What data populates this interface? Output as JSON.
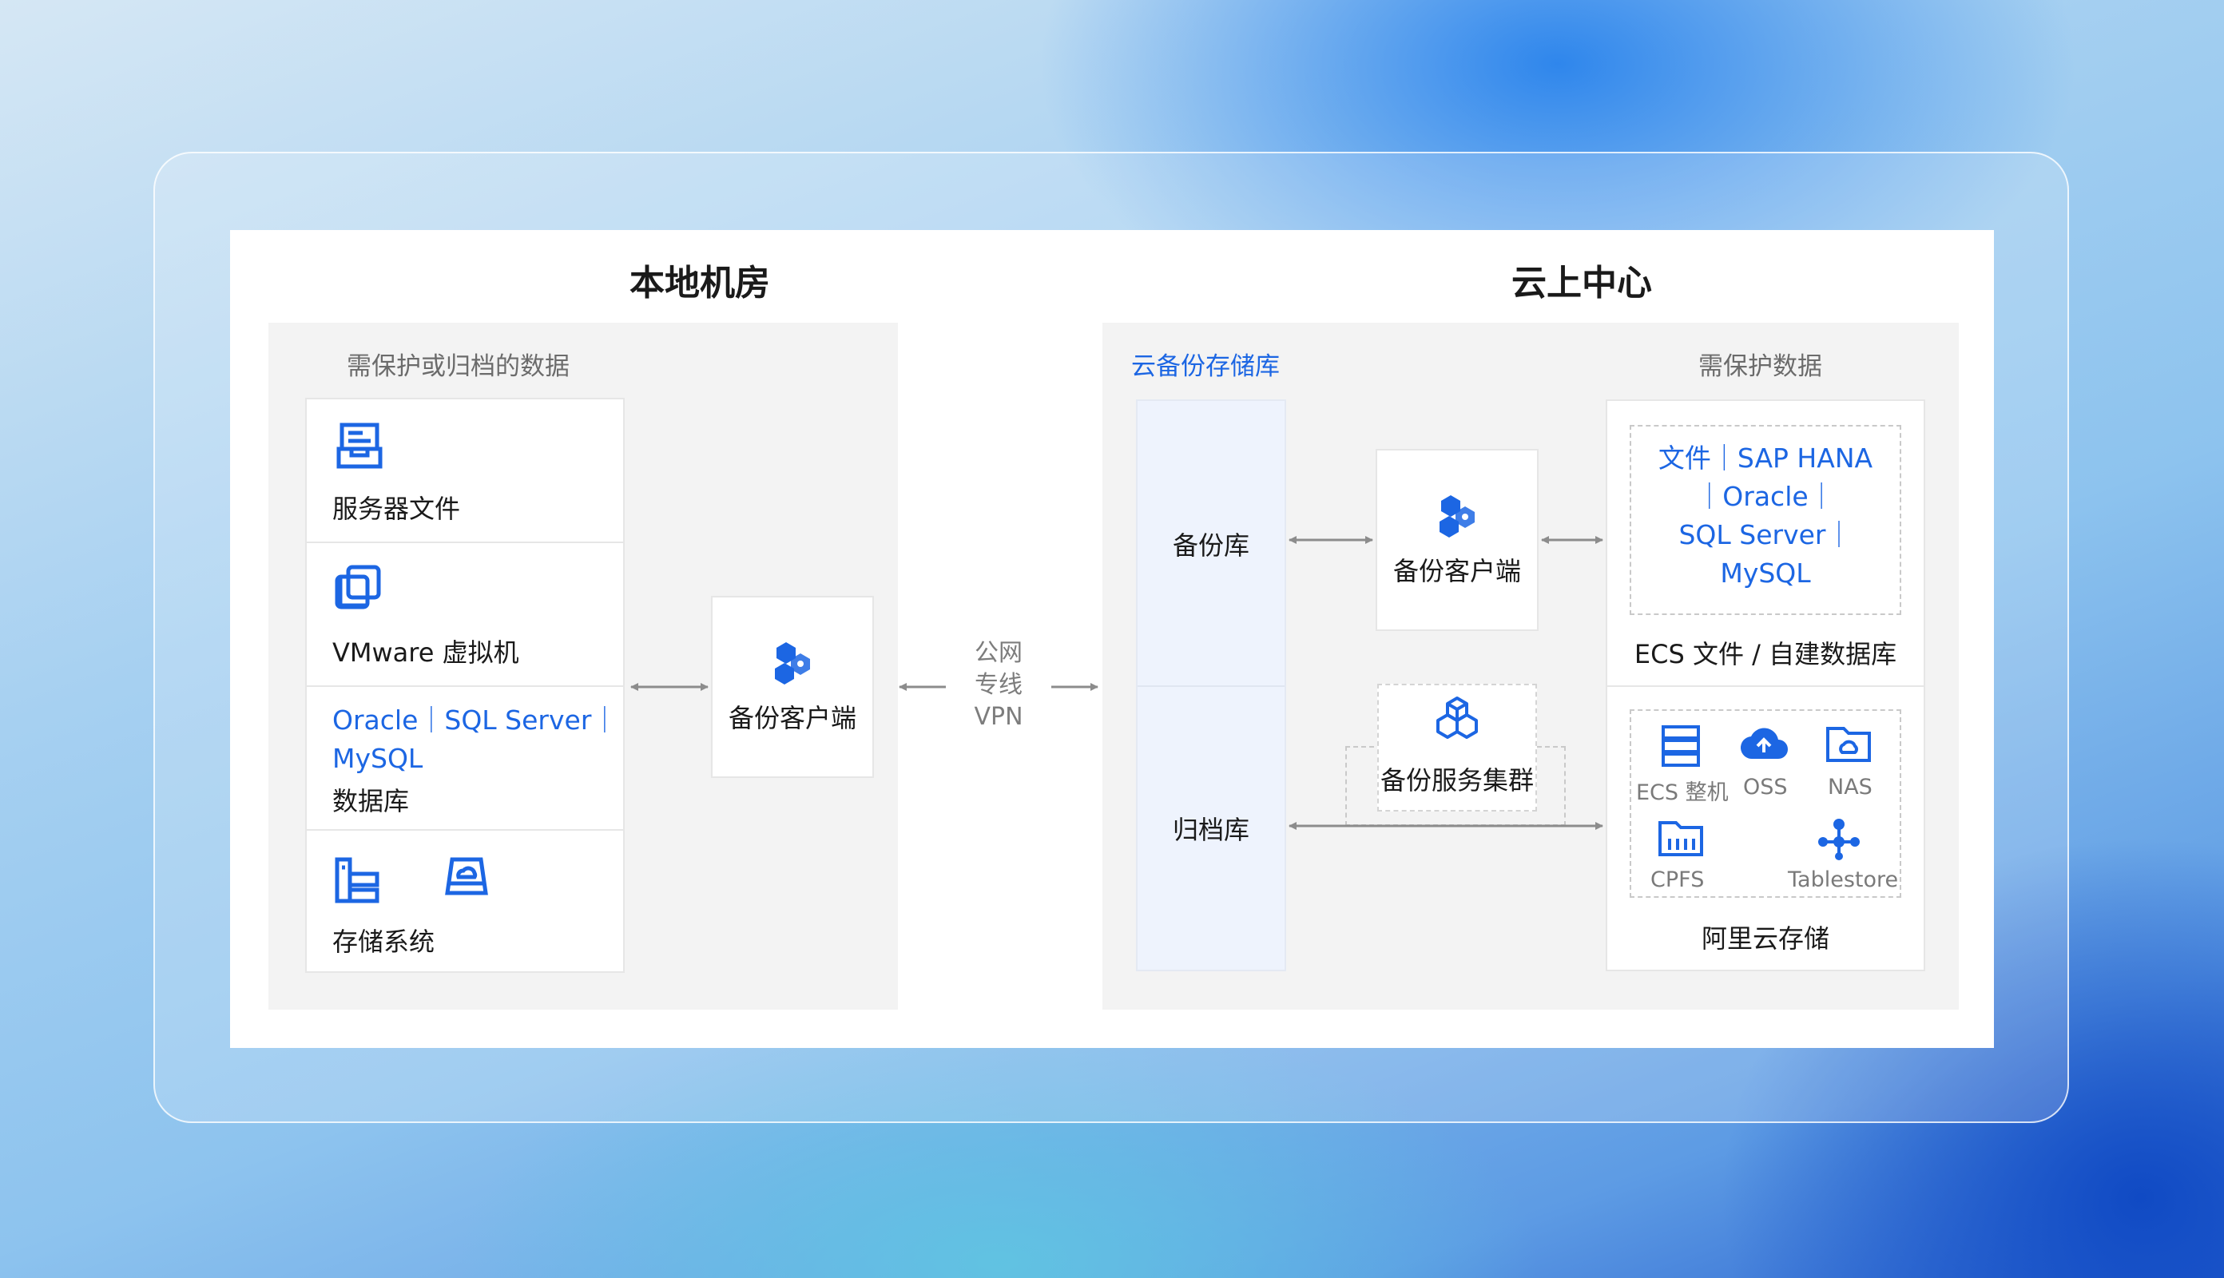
{
  "diagram": {
    "left_title": "本地机房",
    "right_title": "云上中心",
    "left_panel_label": "需保护或归档的数据",
    "left_items": [
      {
        "icon": "server-file-icon",
        "label": "服务器文件"
      },
      {
        "icon": "vm-icon",
        "label": "VMware 虚拟机"
      },
      {
        "icon": "",
        "label": "数据库",
        "db_line1": "Oracle｜SQL Server｜",
        "db_line2": "MySQL"
      },
      {
        "icon": "storage-icon",
        "label": "存储系统"
      }
    ],
    "left_client_label": "备份客户端",
    "connection_labels": [
      "公网",
      "专线",
      "VPN"
    ],
    "cloud_repo_label": "云备份存储库",
    "backup_repo_label": "备份库",
    "archive_repo_label": "归档库",
    "cloud_client_label": "备份客户端",
    "service_cluster_label": "备份服务集群",
    "protect_label": "需保护数据",
    "ecs_lines": [
      "文件｜SAP HANA",
      "｜Oracle｜",
      "SQL Server｜",
      "MySQL"
    ],
    "ecs_label": "ECS 文件 / 自建数据库",
    "storage_items": [
      "ECS 整机",
      "OSS",
      "NAS",
      "CPFS",
      "Tablestore"
    ],
    "storage_label": "阿里云存储",
    "colors": {
      "accent": "#1c66e3",
      "panel": "#f3f3f3",
      "repo": "#eef3fd",
      "arrow": "#8c8c8c"
    }
  }
}
